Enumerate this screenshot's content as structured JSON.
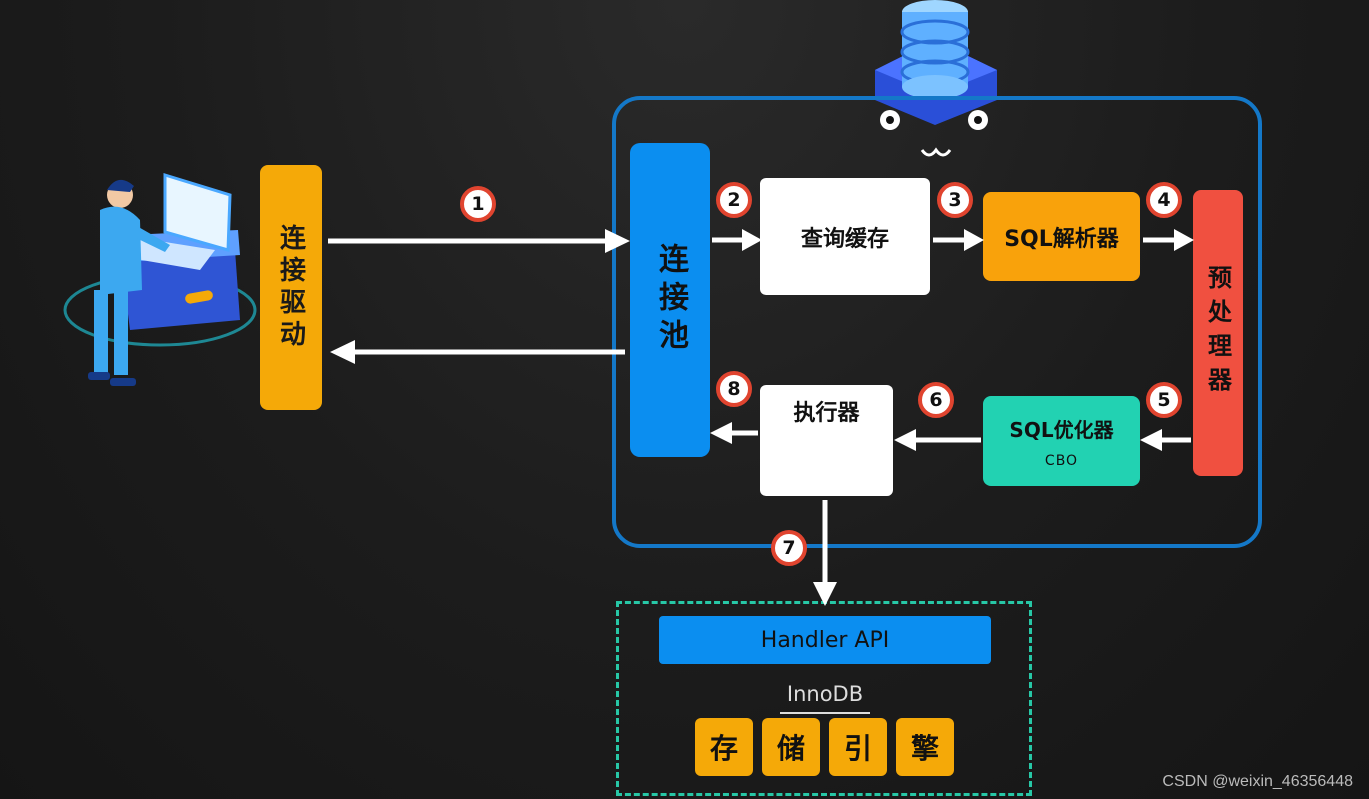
{
  "client": {
    "driver_label": "连接驱动"
  },
  "server": {
    "pool_label": "连接池",
    "query_cache": "查询缓存",
    "sql_parser": "SQL解析器",
    "preprocessor": "预处理器",
    "optimizer": {
      "title": "SQL优化器",
      "subtitle": "CBO"
    },
    "executor": "执行器"
  },
  "engine": {
    "handler_api": "Handler API",
    "name": "InnoDB",
    "keys": [
      "存",
      "储",
      "引",
      "擎"
    ]
  },
  "steps": [
    "1",
    "2",
    "3",
    "4",
    "5",
    "6",
    "7",
    "8"
  ],
  "colors": {
    "orange": "#f5a908",
    "blue": "#0b8ef0",
    "red": "#f05040",
    "teal": "#22d2b2",
    "border_blue": "#1478c8",
    "badge_ring": "#e0442f"
  },
  "watermark": "CSDN @weixin_46356448"
}
